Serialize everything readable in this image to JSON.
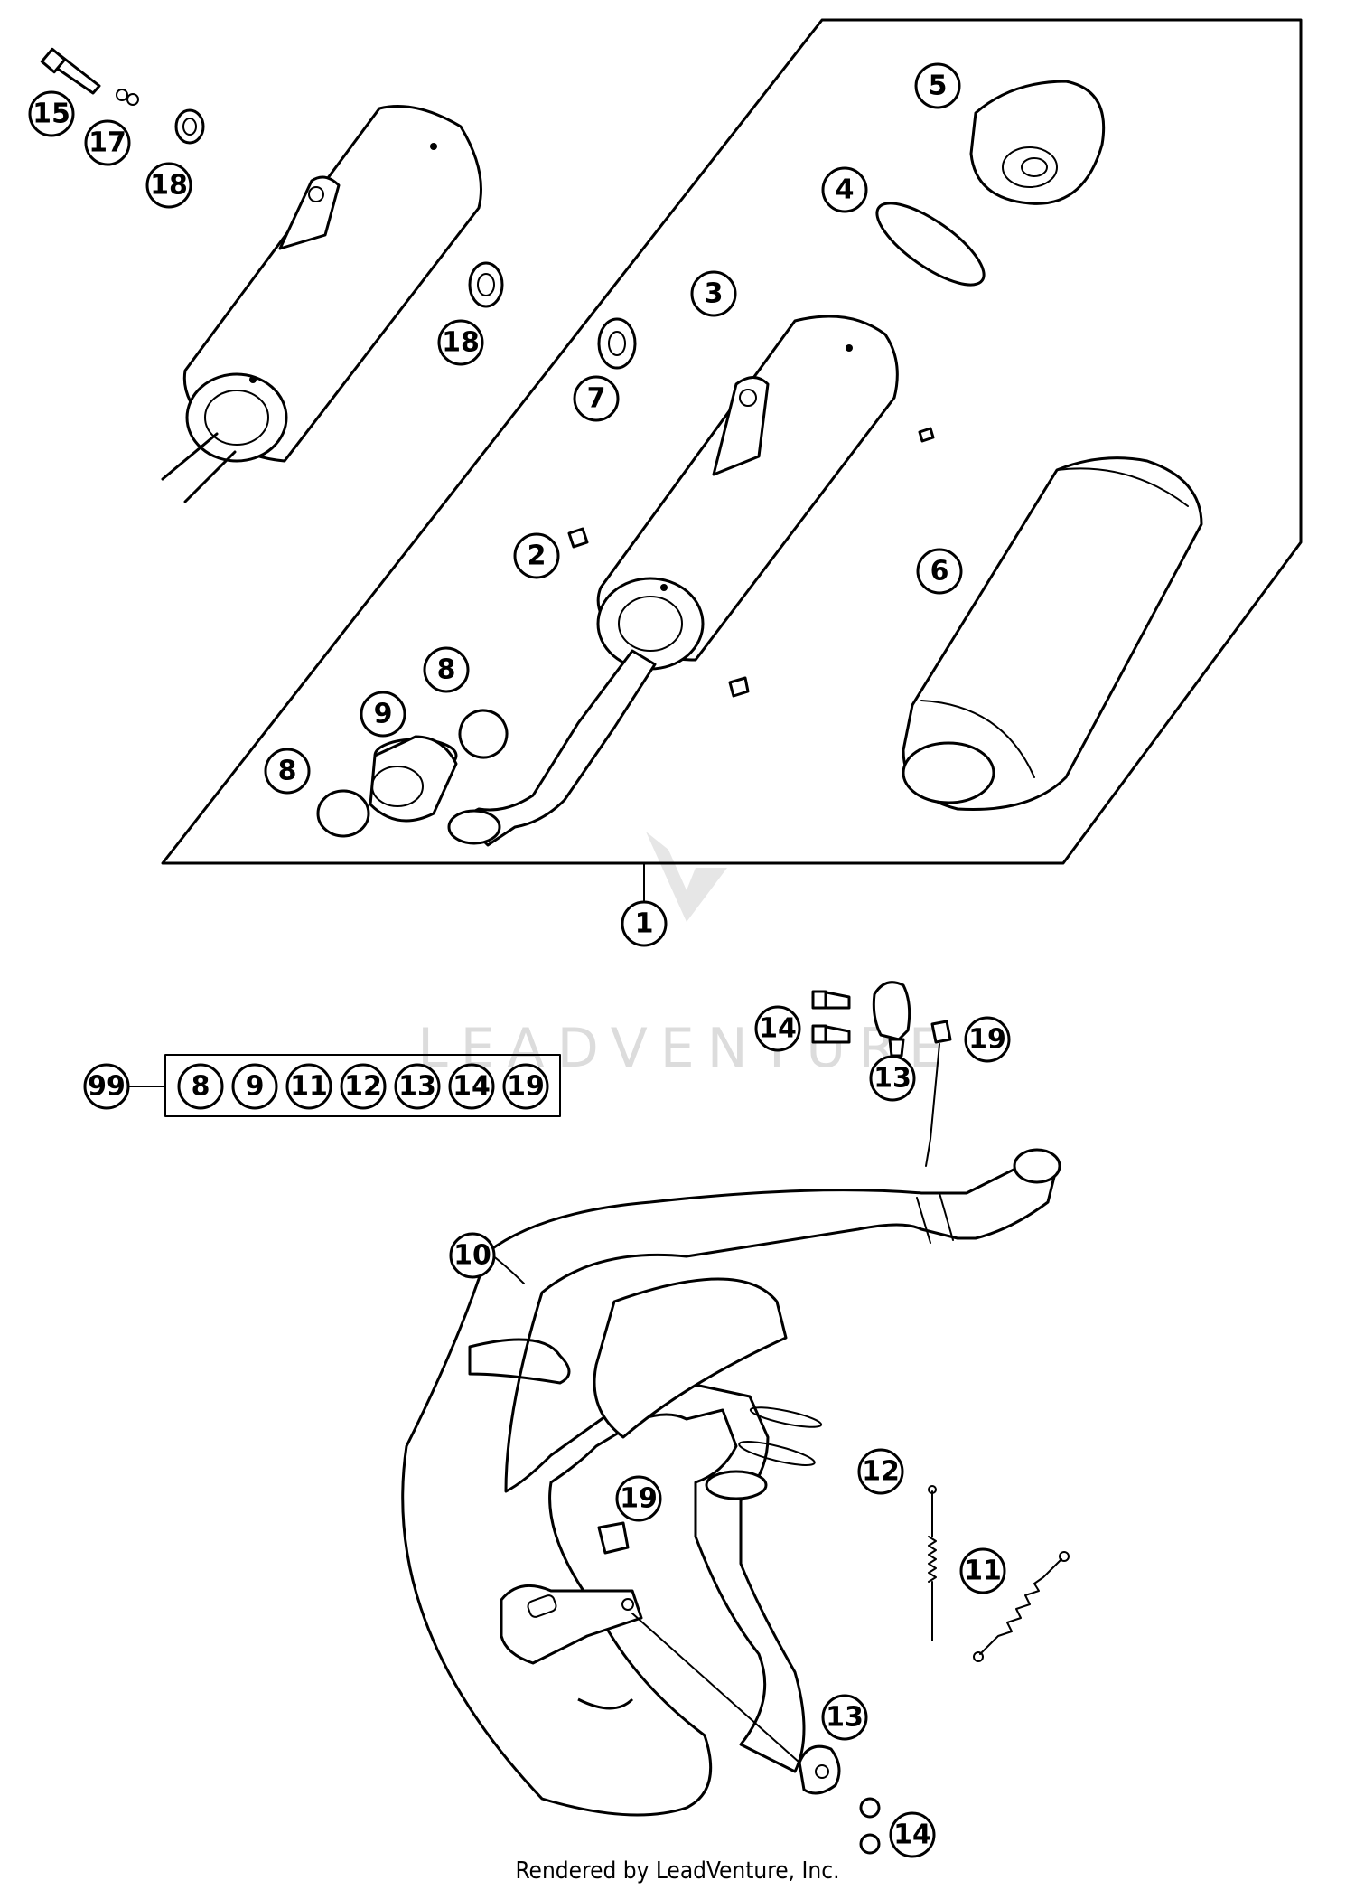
{
  "diagram": {
    "assembly_callout": "1",
    "kit_label": "99",
    "kit_parts": [
      "8",
      "9",
      "11",
      "12",
      "13",
      "14",
      "19"
    ],
    "callouts": {
      "c2": "2",
      "c3": "3",
      "c4": "4",
      "c5": "5",
      "c6": "6",
      "c7": "7",
      "c8a": "8",
      "c8b": "8",
      "c9": "9",
      "c10": "10",
      "c11": "11",
      "c12": "12",
      "c13a": "13",
      "c13b": "13",
      "c14a": "14",
      "c14b": "14",
      "c15": "15",
      "c17": "17",
      "c18a": "18",
      "c18b": "18",
      "c19a": "19",
      "c19b": "19"
    },
    "watermark": "LEADVENTURE",
    "footer": "Rendered by LeadVenture, Inc."
  }
}
